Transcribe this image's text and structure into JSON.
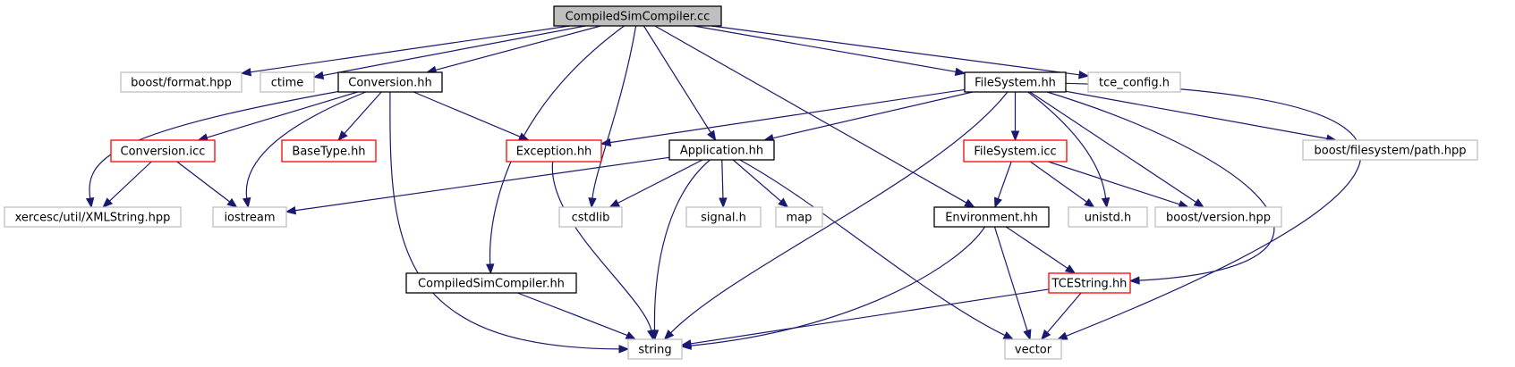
{
  "graph": {
    "colors": {
      "edge": "#191970",
      "root_fill": "#bfbfbf",
      "root_border": "#000000",
      "documented_border": "#000000",
      "truncated_border": "#ff0000",
      "external_border": "#bfbfbf",
      "fill": "#ffffff"
    },
    "nodes": [
      {
        "id": "compiledsimcompiler_cc",
        "label": "CompiledSimCompiler.cc",
        "kind": "root"
      },
      {
        "id": "boost_format",
        "label": "boost/format.hpp",
        "kind": "external"
      },
      {
        "id": "ctime",
        "label": "ctime",
        "kind": "external"
      },
      {
        "id": "conversion_hh",
        "label": "Conversion.hh",
        "kind": "documented"
      },
      {
        "id": "filesystem_hh",
        "label": "FileSystem.hh",
        "kind": "documented"
      },
      {
        "id": "tce_config",
        "label": "tce_config.h",
        "kind": "external"
      },
      {
        "id": "conversion_icc",
        "label": "Conversion.icc",
        "kind": "truncated"
      },
      {
        "id": "basetype_hh",
        "label": "BaseType.hh",
        "kind": "truncated"
      },
      {
        "id": "exception_hh",
        "label": "Exception.hh",
        "kind": "truncated"
      },
      {
        "id": "application_hh",
        "label": "Application.hh",
        "kind": "documented"
      },
      {
        "id": "filesystem_icc",
        "label": "FileSystem.icc",
        "kind": "truncated"
      },
      {
        "id": "boost_filesystem_path",
        "label": "boost/filesystem/path.hpp",
        "kind": "external"
      },
      {
        "id": "xercesc_xmlstring",
        "label": "xercesc/util/XMLString.hpp",
        "kind": "external"
      },
      {
        "id": "iostream",
        "label": "iostream",
        "kind": "external"
      },
      {
        "id": "cstdlib",
        "label": "cstdlib",
        "kind": "external"
      },
      {
        "id": "signal_h",
        "label": "signal.h",
        "kind": "external"
      },
      {
        "id": "map",
        "label": "map",
        "kind": "external"
      },
      {
        "id": "environment_hh",
        "label": "Environment.hh",
        "kind": "documented"
      },
      {
        "id": "unistd_h",
        "label": "unistd.h",
        "kind": "external"
      },
      {
        "id": "boost_version",
        "label": "boost/version.hpp",
        "kind": "external"
      },
      {
        "id": "compiledsimcompiler_hh",
        "label": "CompiledSimCompiler.hh",
        "kind": "documented"
      },
      {
        "id": "tcestring_hh",
        "label": "TCEString.hh",
        "kind": "truncated"
      },
      {
        "id": "string",
        "label": "string",
        "kind": "external"
      },
      {
        "id": "vector",
        "label": "vector",
        "kind": "external"
      }
    ],
    "edges": [
      {
        "from": "compiledsimcompiler_cc",
        "to": "boost_format"
      },
      {
        "from": "compiledsimcompiler_cc",
        "to": "ctime"
      },
      {
        "from": "compiledsimcompiler_cc",
        "to": "conversion_hh"
      },
      {
        "from": "compiledsimcompiler_cc",
        "to": "compiledsimcompiler_hh"
      },
      {
        "from": "compiledsimcompiler_cc",
        "to": "cstdlib"
      },
      {
        "from": "compiledsimcompiler_cc",
        "to": "application_hh"
      },
      {
        "from": "compiledsimcompiler_cc",
        "to": "environment_hh"
      },
      {
        "from": "compiledsimcompiler_cc",
        "to": "filesystem_hh"
      },
      {
        "from": "compiledsimcompiler_cc",
        "to": "tce_config"
      },
      {
        "from": "conversion_hh",
        "to": "xercesc_xmlstring"
      },
      {
        "from": "conversion_hh",
        "to": "conversion_icc"
      },
      {
        "from": "conversion_hh",
        "to": "iostream"
      },
      {
        "from": "conversion_hh",
        "to": "basetype_hh"
      },
      {
        "from": "conversion_hh",
        "to": "string"
      },
      {
        "from": "conversion_hh",
        "to": "exception_hh"
      },
      {
        "from": "conversion_icc",
        "to": "xercesc_xmlstring"
      },
      {
        "from": "conversion_icc",
        "to": "iostream"
      },
      {
        "from": "exception_hh",
        "to": "string"
      },
      {
        "from": "filesystem_hh",
        "to": "exception_hh"
      },
      {
        "from": "filesystem_hh",
        "to": "application_hh"
      },
      {
        "from": "filesystem_hh",
        "to": "string"
      },
      {
        "from": "filesystem_hh",
        "to": "filesystem_icc"
      },
      {
        "from": "filesystem_hh",
        "to": "unistd_h"
      },
      {
        "from": "filesystem_hh",
        "to": "boost_version"
      },
      {
        "from": "filesystem_hh",
        "to": "tcestring_hh"
      },
      {
        "from": "filesystem_hh",
        "to": "boost_filesystem_path"
      },
      {
        "from": "filesystem_hh",
        "to": "vector"
      },
      {
        "from": "application_hh",
        "to": "iostream"
      },
      {
        "from": "application_hh",
        "to": "cstdlib"
      },
      {
        "from": "application_hh",
        "to": "string"
      },
      {
        "from": "application_hh",
        "to": "signal_h"
      },
      {
        "from": "application_hh",
        "to": "map"
      },
      {
        "from": "application_hh",
        "to": "vector"
      },
      {
        "from": "filesystem_icc",
        "to": "environment_hh"
      },
      {
        "from": "filesystem_icc",
        "to": "unistd_h"
      },
      {
        "from": "filesystem_icc",
        "to": "boost_version"
      },
      {
        "from": "environment_hh",
        "to": "string"
      },
      {
        "from": "environment_hh",
        "to": "tcestring_hh"
      },
      {
        "from": "environment_hh",
        "to": "vector"
      },
      {
        "from": "compiledsimcompiler_hh",
        "to": "string"
      },
      {
        "from": "tcestring_hh",
        "to": "string"
      },
      {
        "from": "tcestring_hh",
        "to": "vector"
      }
    ]
  }
}
